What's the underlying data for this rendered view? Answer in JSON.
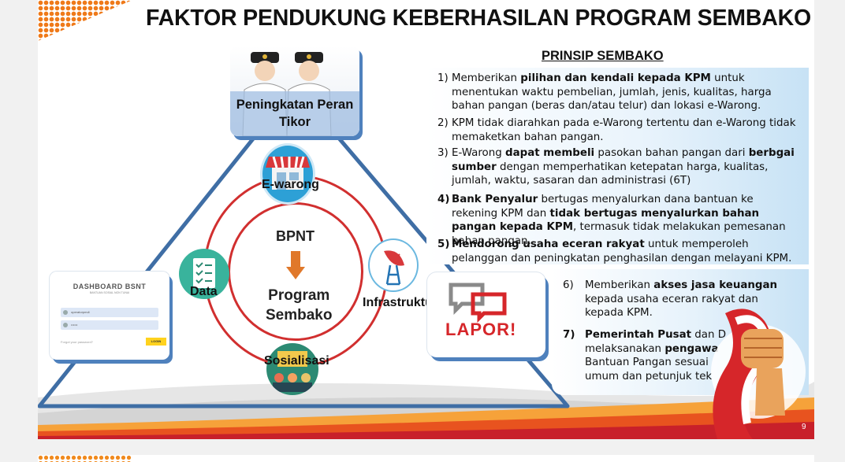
{
  "title": "FAKTOR PENDUKUNG KEBERHASILAN PROGRAM SEMBAKO",
  "diagram": {
    "top_box": "Peningkatan Peran Tikor",
    "nodes": {
      "ewarong": "E-warong",
      "data": "Data",
      "infrastruktur": "Infrastruktur",
      "sosialisasi": "Sosialisasi"
    },
    "center_top": "BPNT",
    "center_bottom_1": "Program",
    "center_bottom_2": "Sembako",
    "dashboard": {
      "title": "DASHBOARD BSNT",
      "subtitle": "BANTUAN SOSIAL NON TUNAI",
      "username": "operatorpmdi",
      "password": "••••••",
      "forgot": "Forgot your password?",
      "login": "LOGIN"
    },
    "lapor": "LAPOR!"
  },
  "principles": {
    "heading": "PRINSIP SEMBAKO",
    "p1_num": "1)",
    "p1_a": "Memberikan ",
    "p1_b": "pilihan dan kendali kepada KPM",
    "p1_c": " untuk menentukan waktu pembelian, jumlah, jenis, kualitas, harga bahan pangan (beras dan/atau telur) dan lokasi e-Warong.",
    "p2_num": "2)",
    "p2": "KPM tidak diarahkan pada e-Warong tertentu dan e-Warong tidak memaketkan bahan pangan.",
    "p3_num": "3)",
    "p3_a": "E-Warong ",
    "p3_b": "dapat membeli",
    "p3_c": " pasokan bahan pangan dari ",
    "p3_d": "berbgai sumber",
    "p3_e": " dengan memperhatikan ketepatan harga, kualitas, jumlah, waktu, sasaran dan administrasi (6T)",
    "p4_num": "4)",
    "p4_a": "Bank Penyalur",
    "p4_b": " bertugas menyalurkan dana bantuan ke rekening KPM dan ",
    "p4_c": "tidak bertugas menyalurkan bahan pangan kepada KPM",
    "p4_d": ", termasuk tidak melakukan pemesanan bahan pangan.",
    "p5_num": "5)",
    "p5_a": "Mendorong usaha eceran rakyat",
    "p5_b": " untuk memperoleh pelanggan dan peningkatan penghasilan dengan melayani KPM.",
    "p6_num": "6)",
    "p6_a": "Memberikan ",
    "p6_b": "akses jasa keuangan",
    "p6_c": " kepada usaha eceran rakyat dan kepada KPM.",
    "p7_num": "7)",
    "p7_a": "Pemerintah Pusat",
    "p7_b": " dan D",
    "p7_line2_a": "melaksanakan ",
    "p7_line2_b": "pengawa",
    "p7_line3": "Bantuan Pangan sesuai",
    "p7_line4": "umum dan petunjuk tek"
  },
  "page_number": "9",
  "colors": {
    "accent_red": "#d12f2f",
    "accent_orange": "#ef7a1a",
    "accent_blue": "#4f81bd"
  }
}
